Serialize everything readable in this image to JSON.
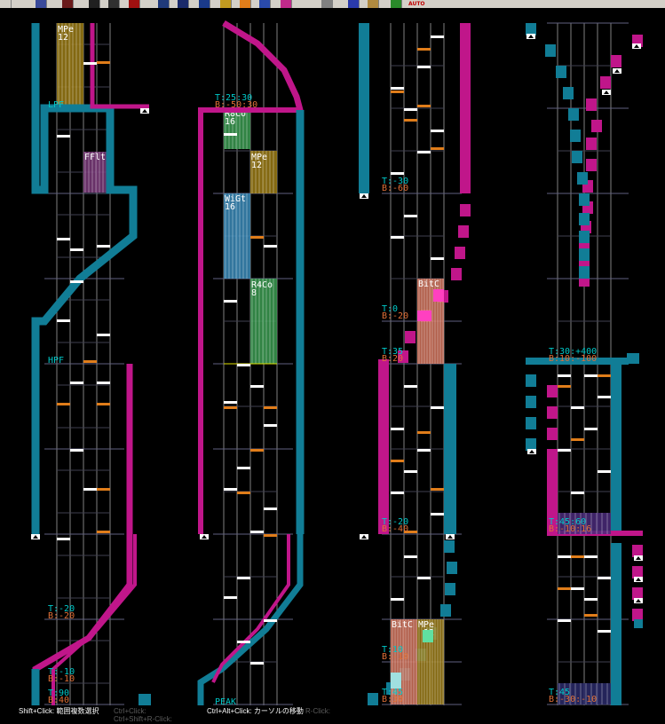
{
  "colors": {
    "magenta": "#c0168a",
    "teal": "#117d96",
    "orange": "#e07d1a",
    "gold": "#9a7a14",
    "green": "#3a9a50",
    "blue": "#3a8ab8",
    "violet": "#7a3a7a",
    "salmon": "#d07058",
    "cyan_label": "#00c8c8",
    "orange_label": "#e07038",
    "lane": "#808080"
  },
  "toolbar": {
    "auto_label": "AUTO",
    "icons": [
      "prev-icon",
      "select-icon",
      "pen-icon",
      "bomb-icon",
      "cursor-icon",
      "window-icon",
      "door-icon",
      "hold-icon",
      "bar-icon",
      "drop-icon",
      "record-icon",
      "gear-icon",
      "play-icon",
      "list-icon",
      "auto-icon"
    ]
  },
  "panels": [
    {
      "id": "panel-1",
      "labels": [
        {
          "text": "MPe",
          "color": "white"
        },
        {
          "text": "12",
          "color": "white"
        },
        {
          "text": "LPF",
          "color": "cyan"
        },
        {
          "text": "FFlt",
          "color": "white"
        },
        {
          "text": "HPF",
          "color": "cyan"
        },
        {
          "text": "T:-20",
          "color": "cyan"
        },
        {
          "text": "B:-20",
          "color": "orange"
        },
        {
          "text": "T:-10",
          "color": "cyan"
        },
        {
          "text": "B:-10",
          "color": "orange"
        },
        {
          "text": "T:90",
          "color": "cyan"
        },
        {
          "text": "B:40",
          "color": "orange"
        }
      ]
    },
    {
      "id": "panel-2",
      "labels": [
        {
          "text": "T:25:30",
          "color": "cyan"
        },
        {
          "text": "B:-50:30",
          "color": "orange"
        },
        {
          "text": "R8Co",
          "color": "white"
        },
        {
          "text": "16",
          "color": "white"
        },
        {
          "text": "MPe",
          "color": "white"
        },
        {
          "text": "12",
          "color": "white"
        },
        {
          "text": "WiGt",
          "color": "white"
        },
        {
          "text": "16",
          "color": "white"
        },
        {
          "text": "R4Co",
          "color": "white"
        },
        {
          "text": "8",
          "color": "white"
        },
        {
          "text": "PEAK",
          "color": "cyan"
        }
      ]
    },
    {
      "id": "panel-3",
      "labels": [
        {
          "text": "T:-30",
          "color": "cyan"
        },
        {
          "text": "B:-60",
          "color": "orange"
        },
        {
          "text": "BitC",
          "color": "white"
        },
        {
          "text": "T:0",
          "color": "cyan"
        },
        {
          "text": "B:-20",
          "color": "orange"
        },
        {
          "text": "T:35",
          "color": "cyan"
        },
        {
          "text": "B:20",
          "color": "orange"
        },
        {
          "text": "T:-20",
          "color": "cyan"
        },
        {
          "text": "B:-40",
          "color": "orange"
        },
        {
          "text": "BitC",
          "color": "white"
        },
        {
          "text": "MPe",
          "color": "white"
        },
        {
          "text": "12",
          "color": "white"
        },
        {
          "text": "T:10",
          "color": "cyan"
        },
        {
          "text": "B:-10",
          "color": "orange"
        },
        {
          "text": "T:45",
          "color": "cyan"
        },
        {
          "text": "B:30",
          "color": "orange"
        }
      ]
    },
    {
      "id": "panel-4",
      "labels": [
        {
          "text": "T:30:+400",
          "color": "cyan"
        },
        {
          "text": "B:10:-100",
          "color": "orange"
        },
        {
          "text": "T:45:60",
          "color": "cyan"
        },
        {
          "text": "B:-10:16",
          "color": "orange"
        },
        {
          "text": "T:45",
          "color": "cyan"
        },
        {
          "text": "B:-30:-10",
          "color": "orange"
        }
      ]
    }
  ],
  "status": {
    "shift_click": "Shift+Click: 範囲複数選択",
    "ctrl_click": "Ctrl+Click:",
    "ctrl_shift_rclick": "Ctrl+Shift+R-Click:",
    "ctrl_alt_click": "Ctrl+Alt+Click: カーソルの移動",
    "r_click": "R-Click:"
  }
}
